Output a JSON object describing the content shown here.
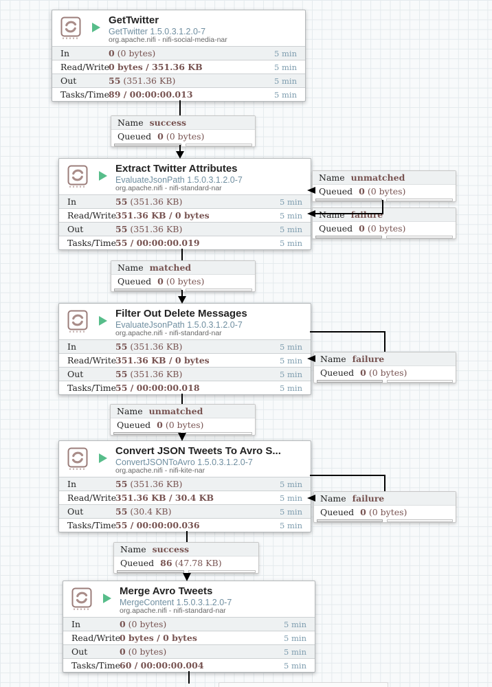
{
  "canvas": {
    "stat_window": "5 min"
  },
  "colors": {
    "value_maroon": "#775351",
    "type_blue": "#6f8ea0",
    "time_blue": "#7d9cae",
    "running_green": "#57bd8a",
    "icon_brown": "#9b7d7a",
    "wire_black": "#000000"
  },
  "processors": [
    {
      "title": "GetTwitter",
      "type": "GetTwitter 1.5.0.3.1.2.0-7",
      "bundle": "org.apache.nifi - nifi-social-media-nar",
      "state": "running",
      "stats": [
        {
          "label": "In",
          "bold": "0",
          "rest": " (0 bytes)",
          "time": "5 min"
        },
        {
          "label": "Read/Write",
          "bold": "0 bytes / 351.36 KB",
          "rest": "",
          "time": "5 min"
        },
        {
          "label": "Out",
          "bold": "55",
          "rest": " (351.36 KB)",
          "time": "5 min"
        },
        {
          "label": "Tasks/Time",
          "bold": "89 / 00:00:00.013",
          "rest": "",
          "time": "5 min"
        }
      ]
    },
    {
      "title": "Extract Twitter Attributes",
      "type": "EvaluateJsonPath 1.5.0.3.1.2.0-7",
      "bundle": "org.apache.nifi - nifi-standard-nar",
      "state": "running",
      "stats": [
        {
          "label": "In",
          "bold": "55",
          "rest": " (351.36 KB)",
          "time": "5 min"
        },
        {
          "label": "Read/Write",
          "bold": "351.36 KB / 0 bytes",
          "rest": "",
          "time": "5 min"
        },
        {
          "label": "Out",
          "bold": "55",
          "rest": " (351.36 KB)",
          "time": "5 min"
        },
        {
          "label": "Tasks/Time",
          "bold": "55 / 00:00:00.019",
          "rest": "",
          "time": "5 min"
        }
      ]
    },
    {
      "title": "Filter Out Delete Messages",
      "type": "EvaluateJsonPath 1.5.0.3.1.2.0-7",
      "bundle": "org.apache.nifi - nifi-standard-nar",
      "state": "running",
      "stats": [
        {
          "label": "In",
          "bold": "55",
          "rest": " (351.36 KB)",
          "time": "5 min"
        },
        {
          "label": "Read/Write",
          "bold": "351.36 KB / 0 bytes",
          "rest": "",
          "time": "5 min"
        },
        {
          "label": "Out",
          "bold": "55",
          "rest": " (351.36 KB)",
          "time": "5 min"
        },
        {
          "label": "Tasks/Time",
          "bold": "55 / 00:00:00.018",
          "rest": "",
          "time": "5 min"
        }
      ]
    },
    {
      "title": "Convert JSON Tweets To Avro S...",
      "type": "ConvertJSONToAvro 1.5.0.3.1.2.0-7",
      "bundle": "org.apache.nifi - nifi-kite-nar",
      "state": "running",
      "stats": [
        {
          "label": "In",
          "bold": "55",
          "rest": " (351.36 KB)",
          "time": "5 min"
        },
        {
          "label": "Read/Write",
          "bold": "351.36 KB / 30.4 KB",
          "rest": "",
          "time": "5 min"
        },
        {
          "label": "Out",
          "bold": "55",
          "rest": " (30.4 KB)",
          "time": "5 min"
        },
        {
          "label": "Tasks/Time",
          "bold": "55 / 00:00:00.036",
          "rest": "",
          "time": "5 min"
        }
      ]
    },
    {
      "title": "Merge Avro Tweets",
      "type": "MergeContent 1.5.0.3.1.2.0-7",
      "bundle": "org.apache.nifi - nifi-standard-nar",
      "state": "running",
      "stats": [
        {
          "label": "In",
          "bold": "0",
          "rest": " (0 bytes)",
          "time": "5 min"
        },
        {
          "label": "Read/Write",
          "bold": "0 bytes / 0 bytes",
          "rest": "",
          "time": "5 min"
        },
        {
          "label": "Out",
          "bold": "0",
          "rest": " (0 bytes)",
          "time": "5 min"
        },
        {
          "label": "Tasks/Time",
          "bold": "60 / 00:00:00.004",
          "rest": "",
          "time": "5 min"
        }
      ]
    }
  ],
  "connections": [
    {
      "name_label": "Name",
      "name": "success",
      "queued_label": "Queued",
      "queued_bold": "0",
      "queued_rest": " (0 bytes)"
    },
    {
      "name_label": "Name",
      "name": "unmatched",
      "queued_label": "Queued",
      "queued_bold": "0",
      "queued_rest": " (0 bytes)"
    },
    {
      "name_label": "Name",
      "name": "failure",
      "queued_label": "Queued",
      "queued_bold": "0",
      "queued_rest": " (0 bytes)"
    },
    {
      "name_label": "Name",
      "name": "matched",
      "queued_label": "Queued",
      "queued_bold": "0",
      "queued_rest": " (0 bytes)"
    },
    {
      "name_label": "Name",
      "name": "failure",
      "queued_label": "Queued",
      "queued_bold": "0",
      "queued_rest": " (0 bytes)"
    },
    {
      "name_label": "Name",
      "name": "unmatched",
      "queued_label": "Queued",
      "queued_bold": "0",
      "queued_rest": " (0 bytes)"
    },
    {
      "name_label": "Name",
      "name": "failure",
      "queued_label": "Queued",
      "queued_bold": "0",
      "queued_rest": " (0 bytes)"
    },
    {
      "name_label": "Name",
      "name": "success",
      "queued_label": "Queued",
      "queued_bold": "86",
      "queued_rest": " (47.78 KB)"
    }
  ]
}
